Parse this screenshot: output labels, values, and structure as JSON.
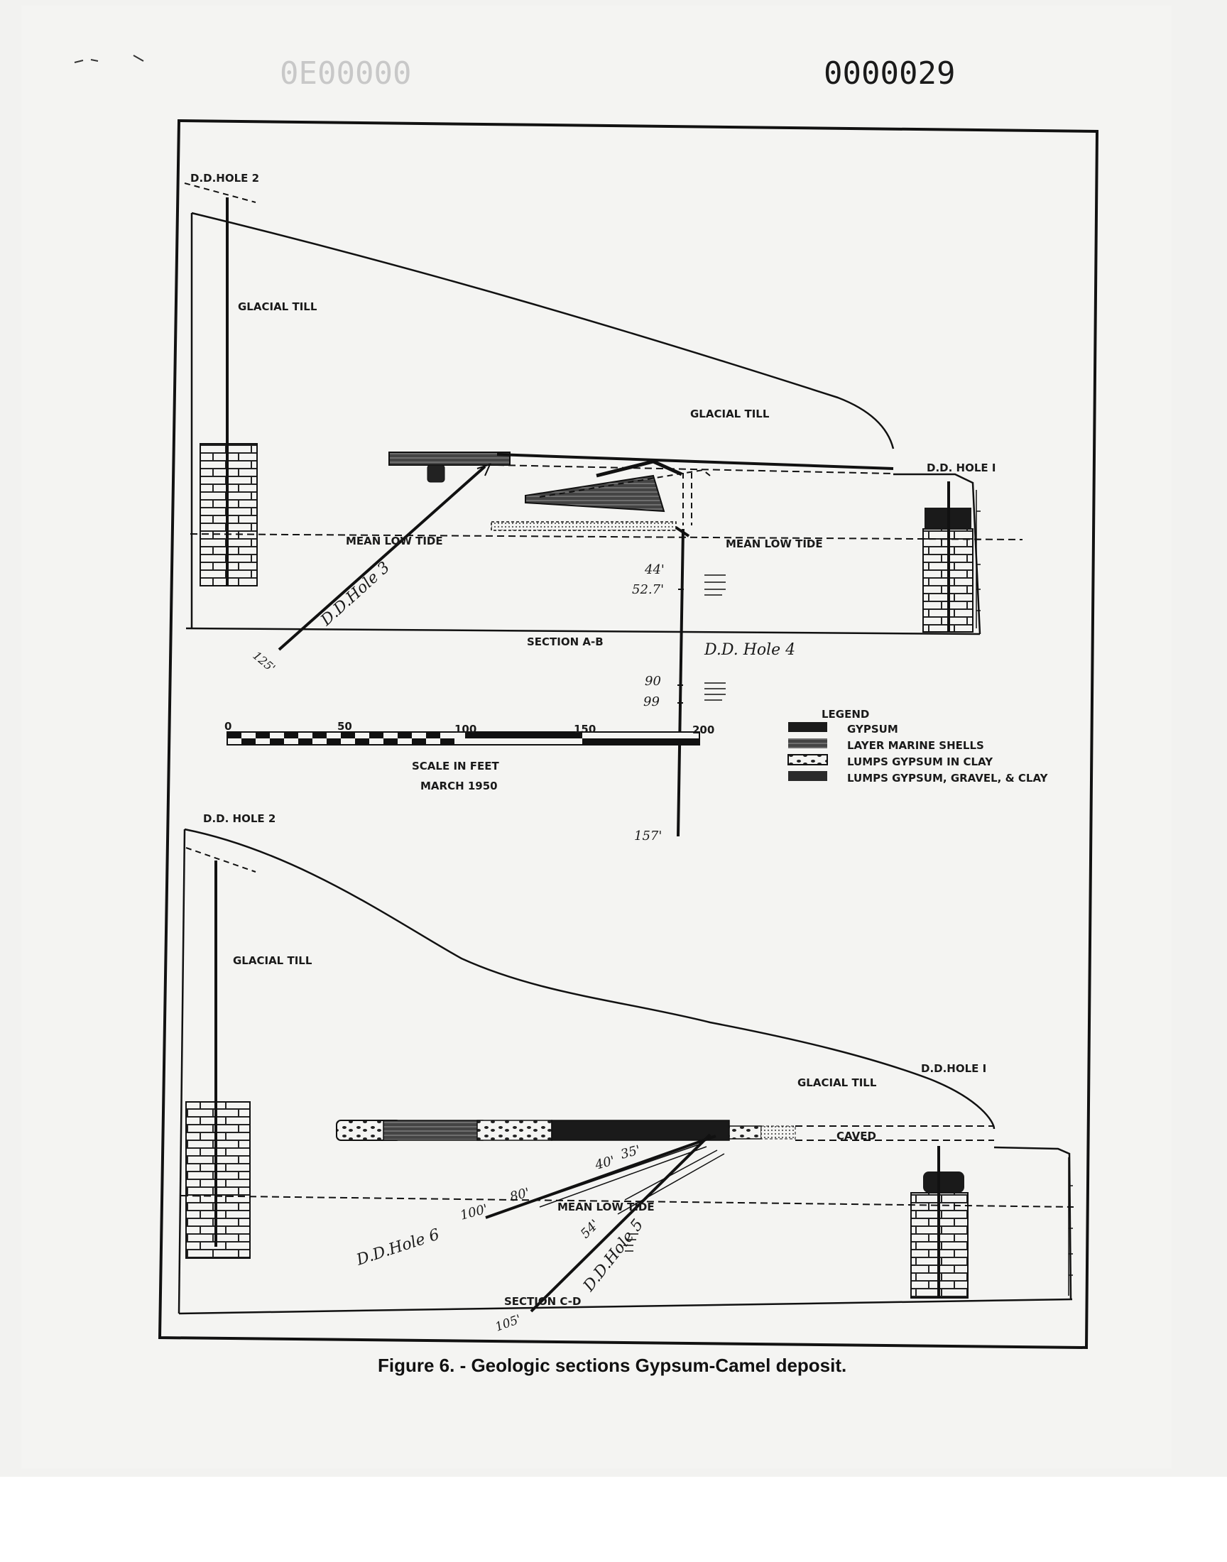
{
  "doc_number": "0000029",
  "faint_number": "0E00000",
  "caption": "Figure 6. - Geologic sections Gypsum-Camel deposit.",
  "section_ab": {
    "title": "SECTION     A-B",
    "hole2": "D.D.HOLE 2",
    "hole1": "D.D. HOLE I",
    "hole3": "D.D.Hole 3",
    "hole4": "D.D. Hole 4",
    "till_upper": "GLACIAL  TILL",
    "till_mid": "GLACIAL  TILL",
    "tide_left": "MEAN  LOW  TIDE",
    "tide_right": "MEAN  LOW  TIDE",
    "depths_hole4": [
      "44'",
      "52.7'",
      "90",
      "99",
      "157'"
    ],
    "depth_hole3": "125'"
  },
  "section_cd": {
    "title": "SECTION   C-D",
    "hole2": "D.D. HOLE 2",
    "hole1": "D.D.HOLE I",
    "hole5": "D.D.Hole 5",
    "hole6": "D.D.Hole 6",
    "till_upper": "GLACIAL  TILL",
    "till_lower": "GLACIAL  TILL",
    "caved": "CAVED",
    "tide": "MEAN  LOW  TIDE",
    "depths": [
      "100'",
      "80'",
      "40'",
      "35'",
      "54'",
      "105'"
    ]
  },
  "scale": {
    "ticks": [
      "0",
      "50",
      "100",
      "150",
      "200"
    ],
    "label": "SCALE  IN  FEET",
    "date": "MARCH 1950"
  },
  "legend": {
    "title": "LEGEND",
    "items": [
      "GYPSUM",
      "LAYER  MARINE  SHELLS",
      "LUMPS  GYPSUM  IN  CLAY",
      "LUMPS  GYPSUM, GRAVEL, & CLAY"
    ]
  }
}
